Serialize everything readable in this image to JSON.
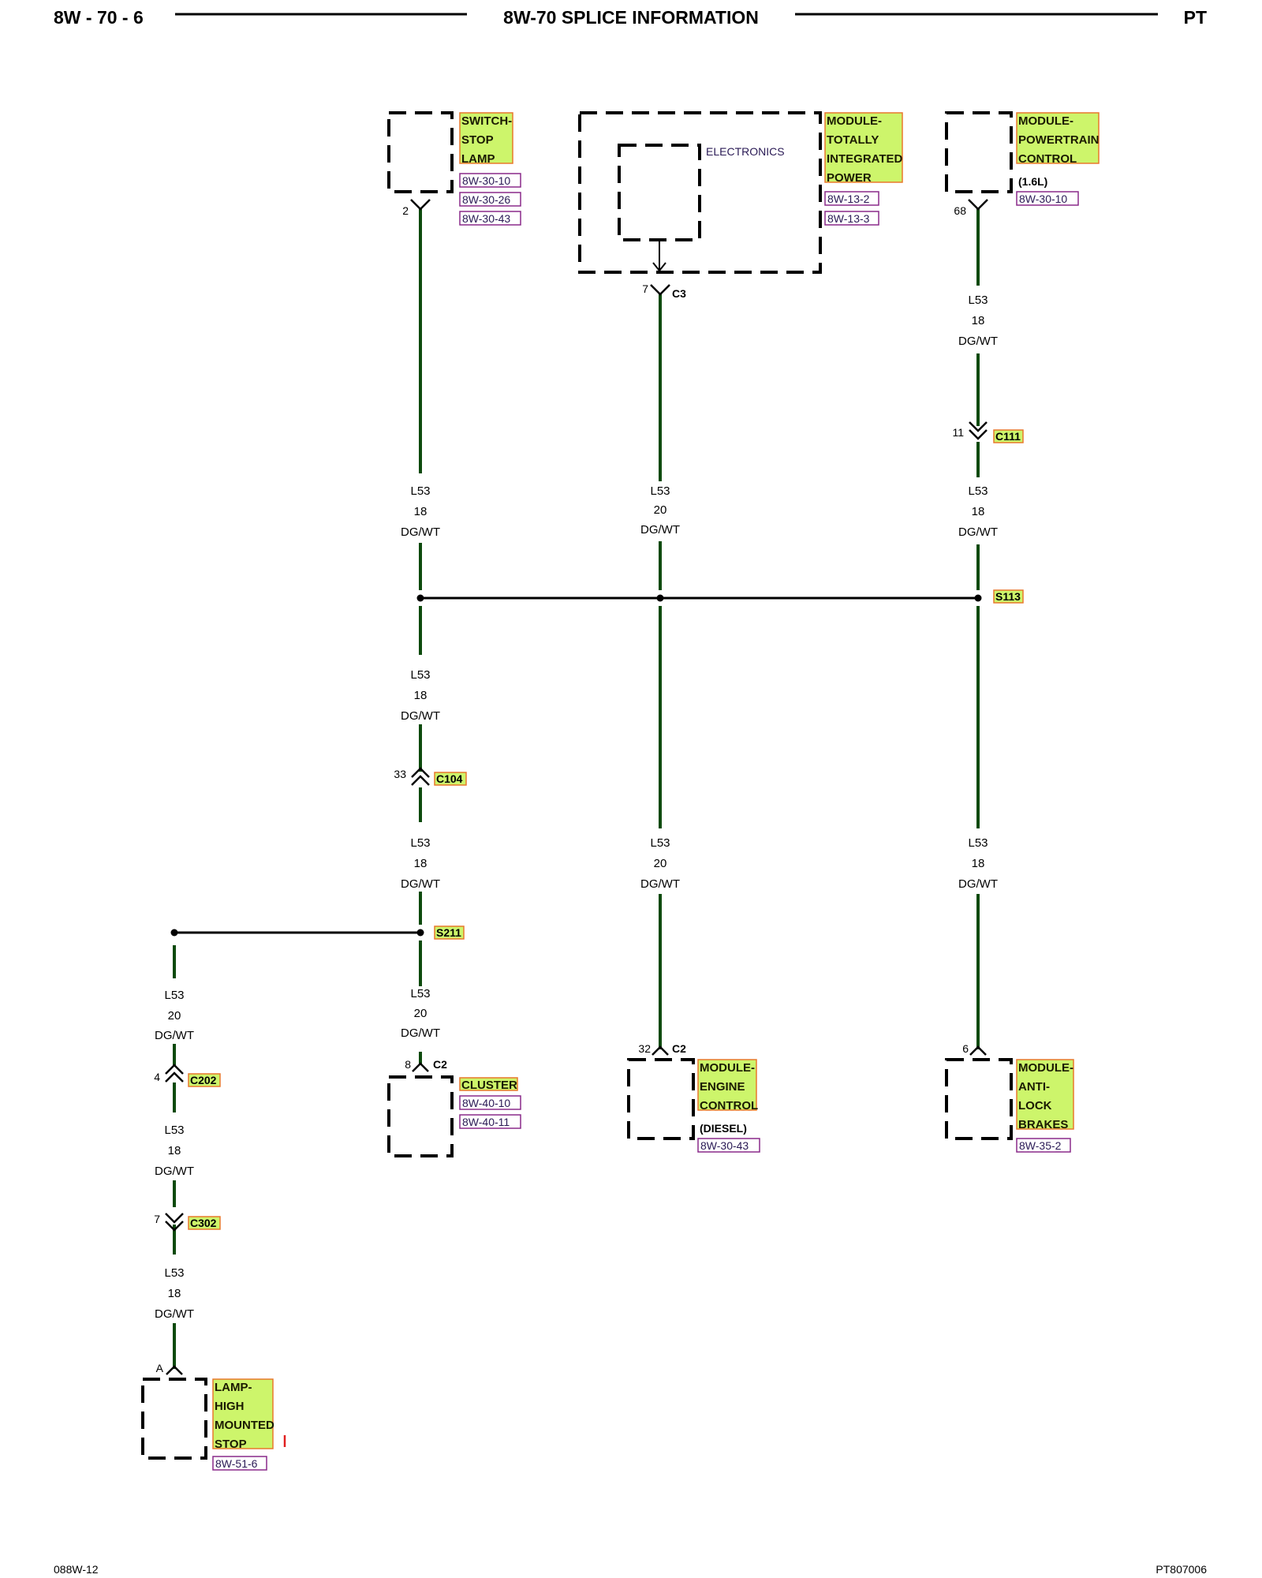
{
  "header": {
    "left": "8W - 70 - 6",
    "title": "8W-70 SPLICE INFORMATION",
    "right": "PT"
  },
  "footer": {
    "left": "088W-12",
    "right": "PT807006"
  },
  "components": {
    "switch_stop_lamp": {
      "lines": [
        "SWITCH-",
        "STOP",
        "LAMP"
      ],
      "refs": [
        "8W-30-10",
        "8W-30-26",
        "8W-30-43"
      ],
      "pin": "2"
    },
    "tipm": {
      "lines": [
        "MODULE-",
        "TOTALLY",
        "INTEGRATED",
        "POWER"
      ],
      "refs": [
        "8W-13-2",
        "8W-13-3"
      ],
      "inner": "ELECTRONICS",
      "pin": "7",
      "connector": "C3"
    },
    "pcm": {
      "lines": [
        "MODULE-",
        "POWERTRAIN",
        "CONTROL"
      ],
      "note": "(1.6L)",
      "refs": [
        "8W-30-10"
      ],
      "pin": "68"
    },
    "cluster": {
      "lines": [
        "CLUSTER"
      ],
      "refs": [
        "8W-40-10",
        "8W-40-11"
      ],
      "pin": "8",
      "connector": "C2"
    },
    "ecm": {
      "lines": [
        "MODULE-",
        "ENGINE",
        "CONTROL"
      ],
      "note": "(DIESEL)",
      "refs": [
        "8W-30-43"
      ],
      "pin": "32",
      "connector": "C2"
    },
    "abs": {
      "lines": [
        "MODULE-",
        "ANTI-",
        "LOCK",
        "BRAKES"
      ],
      "refs": [
        "8W-35-2"
      ],
      "pin": "6"
    },
    "chmsl": {
      "lines": [
        "LAMP-",
        "HIGH",
        "MOUNTED",
        "STOP"
      ],
      "refs": [
        "8W-51-6"
      ],
      "pin": "A"
    }
  },
  "inline_connectors": {
    "c111": {
      "name": "C111",
      "pin": "11"
    },
    "c104": {
      "name": "C104",
      "pin": "33"
    },
    "c202": {
      "name": "C202",
      "pin": "4"
    },
    "c302": {
      "name": "C302",
      "pin": "7"
    }
  },
  "splices": {
    "s113": "S113",
    "s211": "S211"
  },
  "wires": {
    "w_sw_upper": [
      "L53",
      "18",
      "DG/WT"
    ],
    "w_tipm_upper": [
      "L53",
      "20",
      "DG/WT"
    ],
    "w_pcm_upper": [
      "L53",
      "18",
      "DG/WT"
    ],
    "w_pcm_lower": [
      "L53",
      "18",
      "DG/WT"
    ],
    "w_left_mid1": [
      "L53",
      "18",
      "DG/WT"
    ],
    "w_left_mid2": [
      "L53",
      "18",
      "DG/WT"
    ],
    "w_center_lower": [
      "L53",
      "20",
      "DG/WT"
    ],
    "w_right_lower": [
      "L53",
      "18",
      "DG/WT"
    ],
    "w_cluster": [
      "L53",
      "20",
      "DG/WT"
    ],
    "w_far_left1": [
      "L53",
      "20",
      "DG/WT"
    ],
    "w_far_left2": [
      "L53",
      "18",
      "DG/WT"
    ],
    "w_far_left3": [
      "L53",
      "18",
      "DG/WT"
    ]
  },
  "colors": {
    "wire": "#0d4a0d",
    "label_fill": "#cdf56b",
    "label_border": "#e8782d",
    "ref_border": "#8a2a8a"
  }
}
